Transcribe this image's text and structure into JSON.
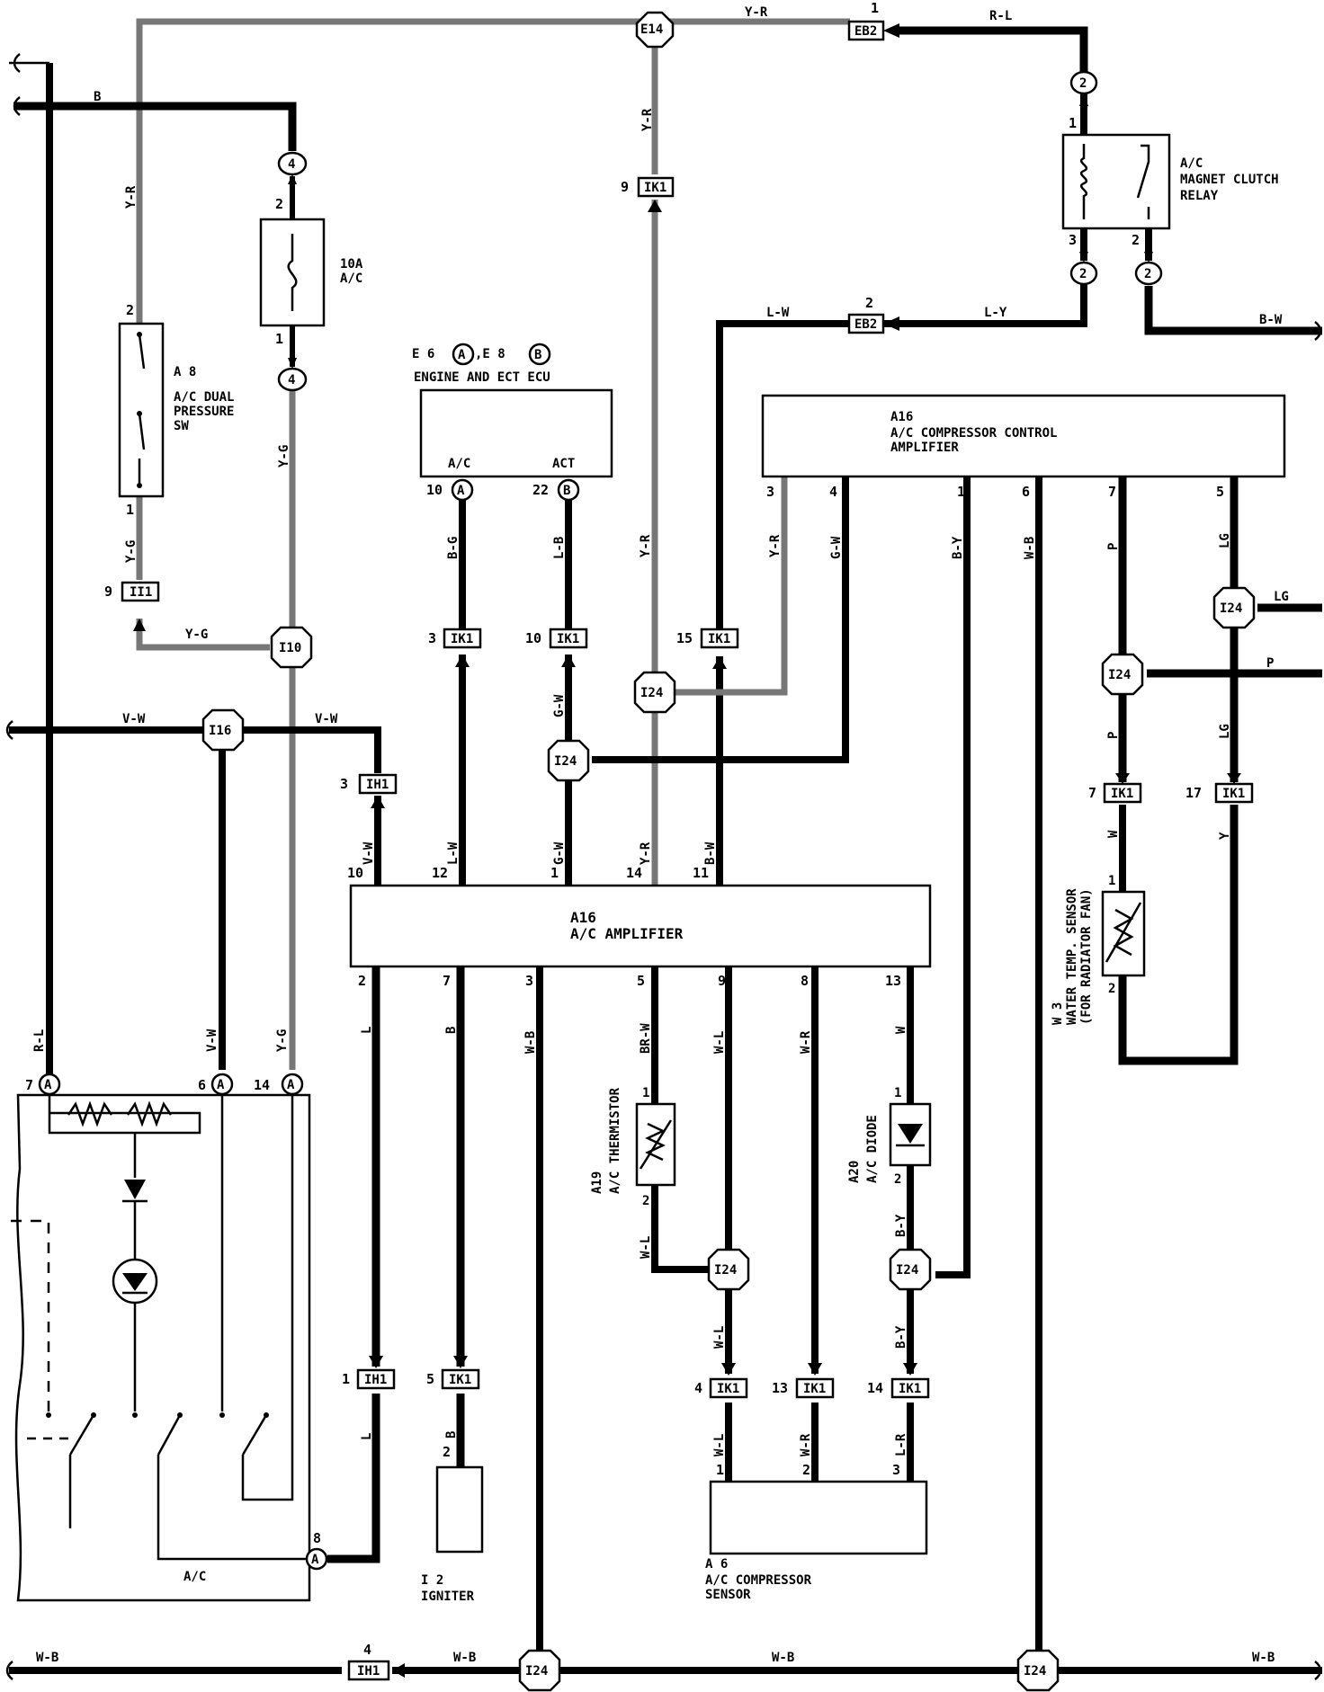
{
  "components": {
    "a8": {
      "ref": "A 8",
      "l1": "A/C DUAL",
      "l2": "PRESSURE",
      "l3": "SW"
    },
    "fuse": {
      "l1": "10A",
      "l2": "A/C"
    },
    "ecu": {
      "ref": "E 6",
      "refa": "A",
      "sep": ",E 8",
      "refb": "B",
      "name": "ENGINE AND ECT ECU",
      "pin_ac": "A/C",
      "pin_act": "ACT"
    },
    "relay": {
      "l1": "A/C",
      "l2": "MAGNET CLUTCH",
      "l3": "RELAY"
    },
    "a16ctl": {
      "ref": "A16",
      "l1": "A/C COMPRESSOR CONTROL",
      "l2": "AMPLIFIER"
    },
    "a16amp": {
      "ref": "A16",
      "l1": "A/C AMPLIFIER"
    },
    "a19": {
      "ref": "A19",
      "l1": "A/C THERMISTOR"
    },
    "a20": {
      "ref": "A20",
      "l1": "A/C DIODE"
    },
    "w3": {
      "ref": "W 3",
      "l1": "WATER TEMP. SENSOR",
      "l2": "(FOR RADIATOR FAN)"
    },
    "i2": {
      "ref": "I 2",
      "l1": "IGNITER"
    },
    "a6": {
      "ref": "A 6",
      "l1": "A/C COMPRESSOR",
      "l2": "SENSOR"
    },
    "sw": {
      "label": "A/C"
    }
  },
  "connectors": {
    "e14": "E14",
    "eb2": "EB2",
    "ik1": "IK1",
    "ih1": "IH1",
    "ii1": "II1",
    "i10": "I10",
    "i16": "I16",
    "i24": "I24",
    "a": "A",
    "b": "B",
    "n1": "1",
    "n2": "2",
    "n4": "4"
  },
  "wires": {
    "b": "B",
    "y_r": "Y-R",
    "r_l": "R-L",
    "y_g": "Y-G",
    "v_w": "V-W",
    "l_w": "L-W",
    "l_y": "L-Y",
    "b_w": "B-W",
    "b_g": "B-G",
    "l_b": "L-B",
    "g_w": "G-W",
    "b_y": "B-Y",
    "w_b": "W-B",
    "p": "P",
    "lg": "LG",
    "w": "W",
    "y": "Y",
    "l": "L",
    "br_w": "BR-W",
    "w_l": "W-L",
    "w_r": "W-R",
    "l_r": "L-R"
  },
  "pins": {
    "p1": "1",
    "p2": "2",
    "p3": "3",
    "p4": "4",
    "p5": "5",
    "p6": "6",
    "p7": "7",
    "p8": "8",
    "p9": "9",
    "p10": "10",
    "p11": "11",
    "p12": "12",
    "p13": "13",
    "p14": "14",
    "p15": "15",
    "p17": "17",
    "p22": "22"
  }
}
